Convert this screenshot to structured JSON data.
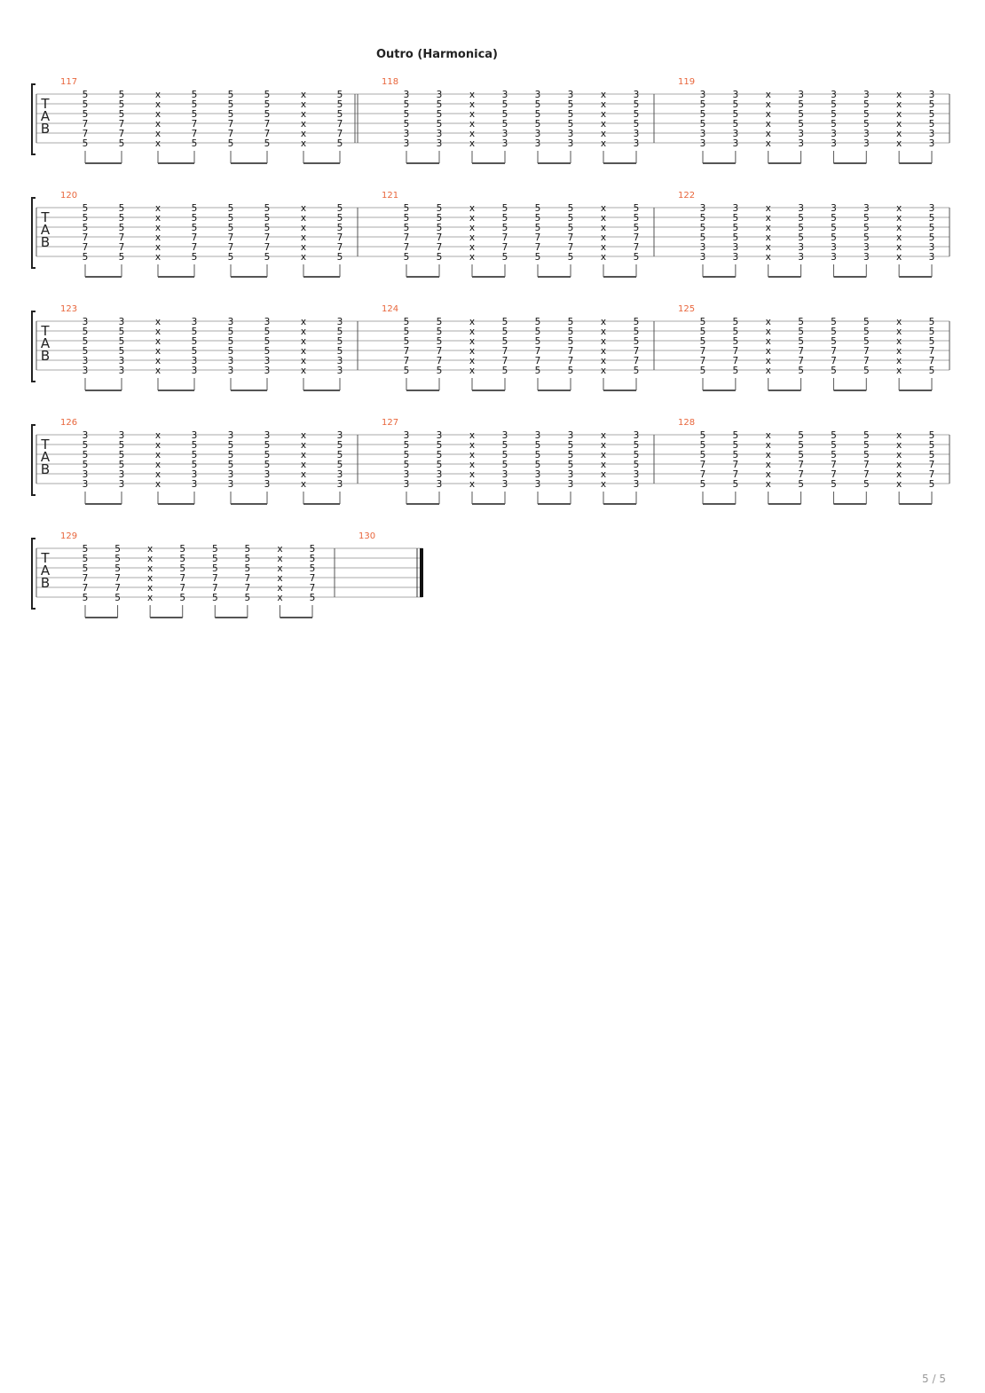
{
  "page": {
    "section_title": "Outro (Harmonica)",
    "page_number": "5 / 5"
  },
  "tab_clef": [
    "T",
    "A",
    "B"
  ],
  "systems": [
    {
      "measures": [
        {
          "number": "117",
          "chords": [
            [
              "5",
              "5",
              "5",
              "7",
              "7",
              "5"
            ],
            [
              "5",
              "5",
              "5",
              "7",
              "7",
              "5"
            ],
            [
              "x",
              "x",
              "x",
              "x",
              "x",
              "x"
            ],
            [
              "5",
              "5",
              "5",
              "7",
              "7",
              "5"
            ],
            [
              "5",
              "5",
              "5",
              "7",
              "7",
              "5"
            ],
            [
              "5",
              "5",
              "5",
              "7",
              "7",
              "5"
            ],
            [
              "x",
              "x",
              "x",
              "x",
              "x",
              "x"
            ],
            [
              "5",
              "5",
              "5",
              "7",
              "7",
              "5"
            ]
          ]
        },
        {
          "number": "118",
          "repeat_start": true,
          "chords": [
            [
              "3",
              "5",
              "5",
              "5",
              "3",
              "3"
            ],
            [
              "3",
              "5",
              "5",
              "5",
              "3",
              "3"
            ],
            [
              "x",
              "x",
              "x",
              "x",
              "x",
              "x"
            ],
            [
              "3",
              "5",
              "5",
              "5",
              "3",
              "3"
            ],
            [
              "3",
              "5",
              "5",
              "5",
              "3",
              "3"
            ],
            [
              "3",
              "5",
              "5",
              "5",
              "3",
              "3"
            ],
            [
              "x",
              "x",
              "x",
              "x",
              "x",
              "x"
            ],
            [
              "3",
              "5",
              "5",
              "5",
              "3",
              "3"
            ]
          ]
        },
        {
          "number": "119",
          "chords": [
            [
              "3",
              "5",
              "5",
              "5",
              "3",
              "3"
            ],
            [
              "3",
              "5",
              "5",
              "5",
              "3",
              "3"
            ],
            [
              "x",
              "x",
              "x",
              "x",
              "x",
              "x"
            ],
            [
              "3",
              "5",
              "5",
              "5",
              "3",
              "3"
            ],
            [
              "3",
              "5",
              "5",
              "5",
              "3",
              "3"
            ],
            [
              "3",
              "5",
              "5",
              "5",
              "3",
              "3"
            ],
            [
              "x",
              "x",
              "x",
              "x",
              "x",
              "x"
            ],
            [
              "3",
              "5",
              "5",
              "5",
              "3",
              "3"
            ]
          ]
        }
      ]
    },
    {
      "measures": [
        {
          "number": "120",
          "chords": [
            [
              "5",
              "5",
              "5",
              "7",
              "7",
              "5"
            ],
            [
              "5",
              "5",
              "5",
              "7",
              "7",
              "5"
            ],
            [
              "x",
              "x",
              "x",
              "x",
              "x",
              "x"
            ],
            [
              "5",
              "5",
              "5",
              "7",
              "7",
              "5"
            ],
            [
              "5",
              "5",
              "5",
              "7",
              "7",
              "5"
            ],
            [
              "5",
              "5",
              "5",
              "7",
              "7",
              "5"
            ],
            [
              "x",
              "x",
              "x",
              "x",
              "x",
              "x"
            ],
            [
              "5",
              "5",
              "5",
              "7",
              "7",
              "5"
            ]
          ]
        },
        {
          "number": "121",
          "chords": [
            [
              "5",
              "5",
              "5",
              "7",
              "7",
              "5"
            ],
            [
              "5",
              "5",
              "5",
              "7",
              "7",
              "5"
            ],
            [
              "x",
              "x",
              "x",
              "x",
              "x",
              "x"
            ],
            [
              "5",
              "5",
              "5",
              "7",
              "7",
              "5"
            ],
            [
              "5",
              "5",
              "5",
              "7",
              "7",
              "5"
            ],
            [
              "5",
              "5",
              "5",
              "7",
              "7",
              "5"
            ],
            [
              "x",
              "x",
              "x",
              "x",
              "x",
              "x"
            ],
            [
              "5",
              "5",
              "5",
              "7",
              "7",
              "5"
            ]
          ]
        },
        {
          "number": "122",
          "chords": [
            [
              "3",
              "5",
              "5",
              "5",
              "3",
              "3"
            ],
            [
              "3",
              "5",
              "5",
              "5",
              "3",
              "3"
            ],
            [
              "x",
              "x",
              "x",
              "x",
              "x",
              "x"
            ],
            [
              "3",
              "5",
              "5",
              "5",
              "3",
              "3"
            ],
            [
              "3",
              "5",
              "5",
              "5",
              "3",
              "3"
            ],
            [
              "3",
              "5",
              "5",
              "5",
              "3",
              "3"
            ],
            [
              "x",
              "x",
              "x",
              "x",
              "x",
              "x"
            ],
            [
              "3",
              "5",
              "5",
              "5",
              "3",
              "3"
            ]
          ]
        }
      ]
    },
    {
      "measures": [
        {
          "number": "123",
          "chords": [
            [
              "3",
              "5",
              "5",
              "5",
              "3",
              "3"
            ],
            [
              "3",
              "5",
              "5",
              "5",
              "3",
              "3"
            ],
            [
              "x",
              "x",
              "x",
              "x",
              "x",
              "x"
            ],
            [
              "3",
              "5",
              "5",
              "5",
              "3",
              "3"
            ],
            [
              "3",
              "5",
              "5",
              "5",
              "3",
              "3"
            ],
            [
              "3",
              "5",
              "5",
              "5",
              "3",
              "3"
            ],
            [
              "x",
              "x",
              "x",
              "x",
              "x",
              "x"
            ],
            [
              "3",
              "5",
              "5",
              "5",
              "3",
              "3"
            ]
          ]
        },
        {
          "number": "124",
          "chords": [
            [
              "5",
              "5",
              "5",
              "7",
              "7",
              "5"
            ],
            [
              "5",
              "5",
              "5",
              "7",
              "7",
              "5"
            ],
            [
              "x",
              "x",
              "x",
              "x",
              "x",
              "x"
            ],
            [
              "5",
              "5",
              "5",
              "7",
              "7",
              "5"
            ],
            [
              "5",
              "5",
              "5",
              "7",
              "7",
              "5"
            ],
            [
              "5",
              "5",
              "5",
              "7",
              "7",
              "5"
            ],
            [
              "x",
              "x",
              "x",
              "x",
              "x",
              "x"
            ],
            [
              "5",
              "5",
              "5",
              "7",
              "7",
              "5"
            ]
          ]
        },
        {
          "number": "125",
          "chords": [
            [
              "5",
              "5",
              "5",
              "7",
              "7",
              "5"
            ],
            [
              "5",
              "5",
              "5",
              "7",
              "7",
              "5"
            ],
            [
              "x",
              "x",
              "x",
              "x",
              "x",
              "x"
            ],
            [
              "5",
              "5",
              "5",
              "7",
              "7",
              "5"
            ],
            [
              "5",
              "5",
              "5",
              "7",
              "7",
              "5"
            ],
            [
              "5",
              "5",
              "5",
              "7",
              "7",
              "5"
            ],
            [
              "x",
              "x",
              "x",
              "x",
              "x",
              "x"
            ],
            [
              "5",
              "5",
              "5",
              "7",
              "7",
              "5"
            ]
          ]
        }
      ]
    },
    {
      "measures": [
        {
          "number": "126",
          "chords": [
            [
              "3",
              "5",
              "5",
              "5",
              "3",
              "3"
            ],
            [
              "3",
              "5",
              "5",
              "5",
              "3",
              "3"
            ],
            [
              "x",
              "x",
              "x",
              "x",
              "x",
              "x"
            ],
            [
              "3",
              "5",
              "5",
              "5",
              "3",
              "3"
            ],
            [
              "3",
              "5",
              "5",
              "5",
              "3",
              "3"
            ],
            [
              "3",
              "5",
              "5",
              "5",
              "3",
              "3"
            ],
            [
              "x",
              "x",
              "x",
              "x",
              "x",
              "x"
            ],
            [
              "3",
              "5",
              "5",
              "5",
              "3",
              "3"
            ]
          ]
        },
        {
          "number": "127",
          "chords": [
            [
              "3",
              "5",
              "5",
              "5",
              "3",
              "3"
            ],
            [
              "3",
              "5",
              "5",
              "5",
              "3",
              "3"
            ],
            [
              "x",
              "x",
              "x",
              "x",
              "x",
              "x"
            ],
            [
              "3",
              "5",
              "5",
              "5",
              "3",
              "3"
            ],
            [
              "3",
              "5",
              "5",
              "5",
              "3",
              "3"
            ],
            [
              "3",
              "5",
              "5",
              "5",
              "3",
              "3"
            ],
            [
              "x",
              "x",
              "x",
              "x",
              "x",
              "x"
            ],
            [
              "3",
              "5",
              "5",
              "5",
              "3",
              "3"
            ]
          ]
        },
        {
          "number": "128",
          "chords": [
            [
              "5",
              "5",
              "5",
              "7",
              "7",
              "5"
            ],
            [
              "5",
              "5",
              "5",
              "7",
              "7",
              "5"
            ],
            [
              "x",
              "x",
              "x",
              "x",
              "x",
              "x"
            ],
            [
              "5",
              "5",
              "5",
              "7",
              "7",
              "5"
            ],
            [
              "5",
              "5",
              "5",
              "7",
              "7",
              "5"
            ],
            [
              "5",
              "5",
              "5",
              "7",
              "7",
              "5"
            ],
            [
              "x",
              "x",
              "x",
              "x",
              "x",
              "x"
            ],
            [
              "5",
              "5",
              "5",
              "7",
              "7",
              "5"
            ]
          ]
        }
      ]
    },
    {
      "measures": [
        {
          "number": "129",
          "chords": [
            [
              "5",
              "5",
              "5",
              "7",
              "7",
              "5"
            ],
            [
              "5",
              "5",
              "5",
              "7",
              "7",
              "5"
            ],
            [
              "x",
              "x",
              "x",
              "x",
              "x",
              "x"
            ],
            [
              "5",
              "5",
              "5",
              "7",
              "7",
              "5"
            ],
            [
              "5",
              "5",
              "5",
              "7",
              "7",
              "5"
            ],
            [
              "5",
              "5",
              "5",
              "7",
              "7",
              "5"
            ],
            [
              "x",
              "x",
              "x",
              "x",
              "x",
              "x"
            ],
            [
              "5",
              "5",
              "5",
              "7",
              "7",
              "5"
            ]
          ]
        },
        {
          "number": "130",
          "chords": [],
          "final_barline": true
        }
      ]
    }
  ]
}
